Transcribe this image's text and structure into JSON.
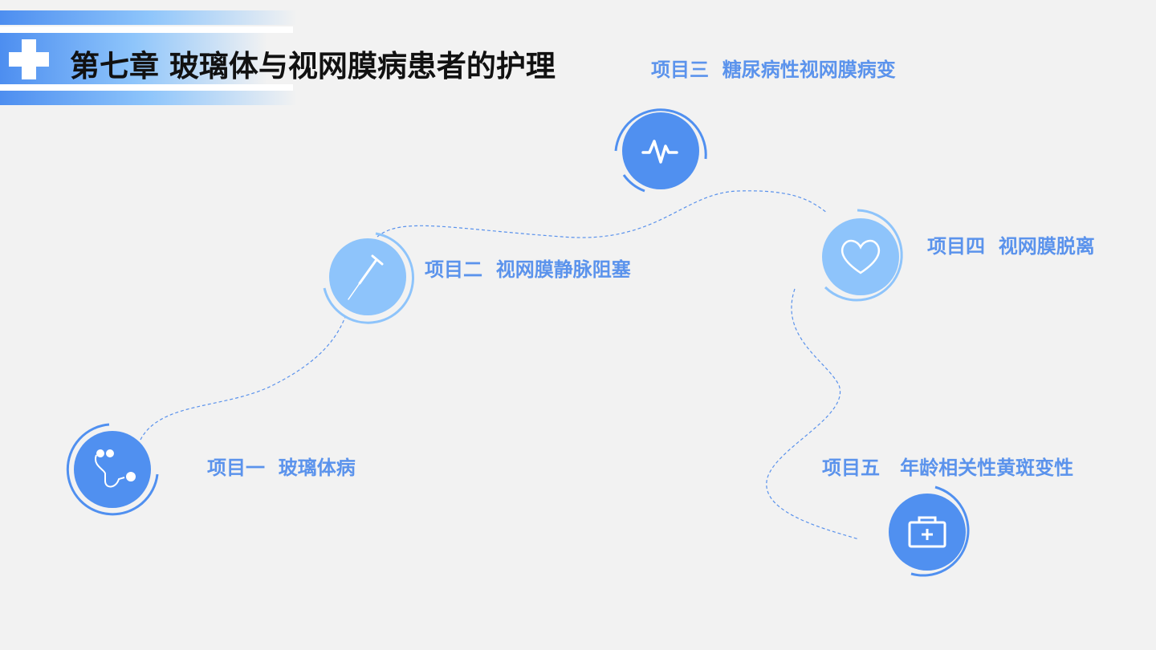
{
  "header": {
    "title": "第七章  玻璃体与视网膜病患者的护理"
  },
  "items": [
    {
      "label": "项目一  玻璃体病",
      "icon": "stethoscope-icon"
    },
    {
      "label": "项目二  视网膜静脉阻塞",
      "icon": "syringe-icon"
    },
    {
      "label": "项目三  糖尿病性视网膜病变",
      "icon": "pulse-icon"
    },
    {
      "label": "项目四  视网膜脱离",
      "icon": "heart-icon"
    },
    {
      "label": "项目五   年龄相关性黄斑变性",
      "icon": "medical-kit-icon"
    }
  ],
  "colors": {
    "blue": "#5090f0",
    "light": "#8ec4fb",
    "text": "#5b93ec"
  }
}
